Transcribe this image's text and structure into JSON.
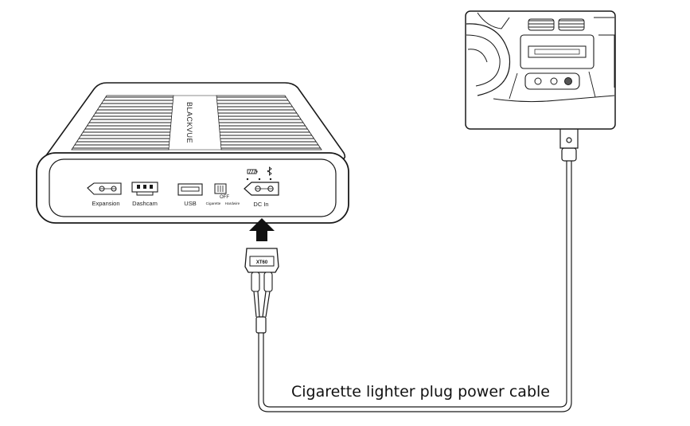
{
  "device": {
    "brand": "BLACKVUE",
    "ports": {
      "expansion": "Expansion",
      "dashcam": "Dashcam",
      "usb": "USB",
      "switch_off": "OFF",
      "switch_left": "Cigarette",
      "switch_right": "Hardwire",
      "dc_in": "DC In"
    }
  },
  "connector": {
    "label": "XT60"
  },
  "cable": {
    "caption": "Cigarette lighter plug power cable"
  },
  "colors": {
    "line": "#1a1a1a",
    "fill": "#ffffff",
    "arrow": "#111111"
  },
  "icons": [
    "battery-icon",
    "bluetooth-icon",
    "insert-arrow-icon",
    "car-dashboard-icon",
    "cigarette-plug-icon"
  ]
}
